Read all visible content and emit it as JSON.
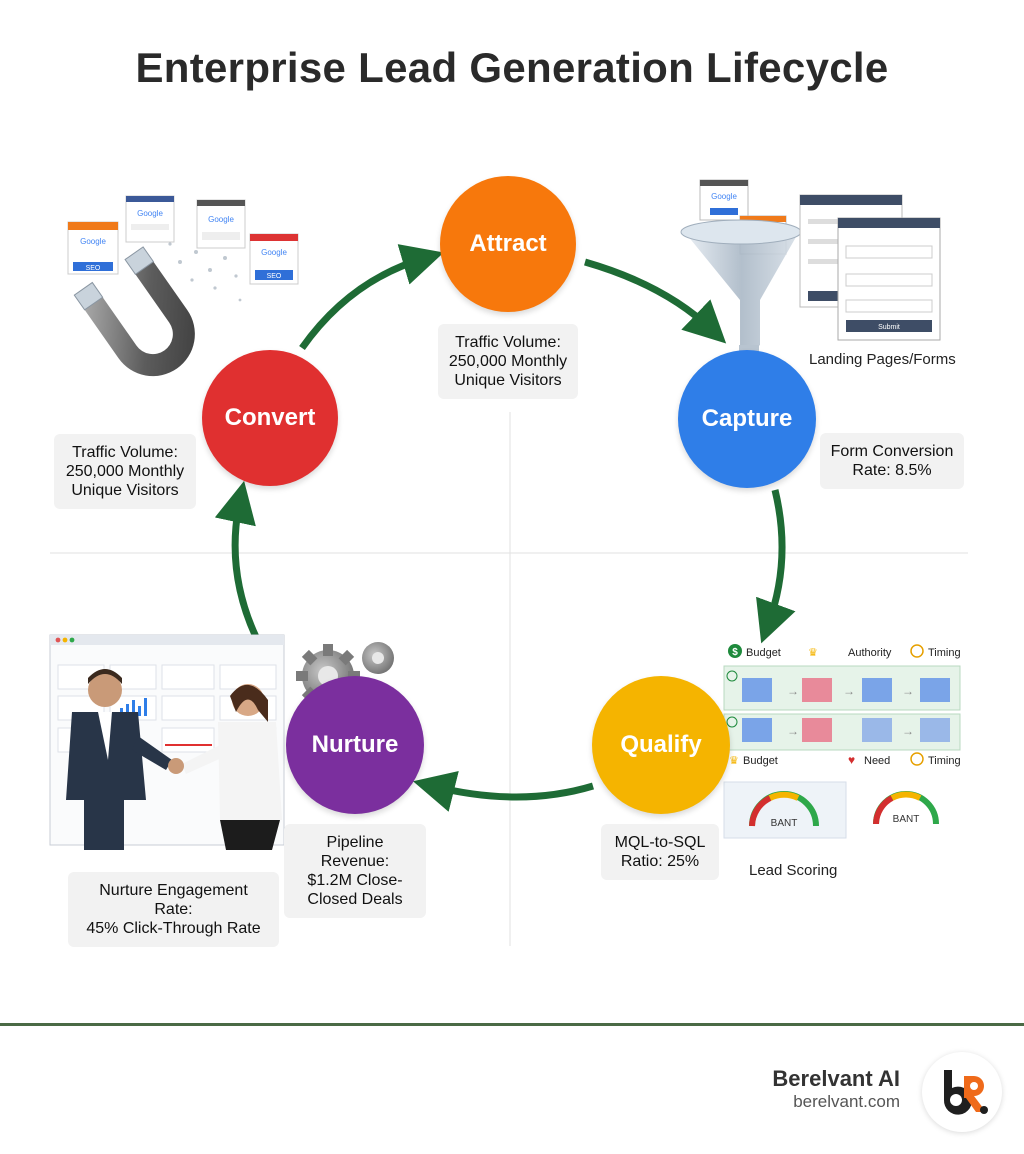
{
  "title": "Enterprise Lead Generation Lifecycle",
  "stages": [
    {
      "name": "Attract",
      "color": "#f7780c"
    },
    {
      "name": "Capture",
      "color": "#2f7ee8"
    },
    {
      "name": "Qualify",
      "color": "#f5b400"
    },
    {
      "name": "Nurture",
      "color": "#7b2f9e"
    },
    {
      "name": "Convert",
      "color": "#e03030"
    }
  ],
  "metrics": {
    "attract": {
      "label": "Traffic Volume:",
      "value": "250,000 Monthly Unique Visitors"
    },
    "capture": {
      "label": "Form Conversion",
      "value": "Rate: 8.5%"
    },
    "qualify": {
      "label": "MQL-to-SQL",
      "value": "Ratio: 25%"
    },
    "nurture_pipeline": {
      "label": "Pipeline Revenue:",
      "value": "$1.2M Close-Closed Deals"
    },
    "nurture_engagement": {
      "label": "Nurture Engagement Rate:",
      "value": "45% Click-Through Rate"
    },
    "convert": {
      "label": "Traffic Volume:",
      "value": "250,000 Monthly Unique Visitors"
    }
  },
  "captions": {
    "landing": "Landing Pages/Forms",
    "lead_scoring": "Lead Scoring"
  },
  "illustrations": {
    "search_cards": [
      "Google",
      "Google",
      "Google",
      "Google"
    ],
    "seo_label": "SEO",
    "bant_row1": [
      "Budget",
      "Authority",
      "Timing"
    ],
    "bant_row2": [
      "Budget",
      "Need",
      "Timing"
    ],
    "gauge_label": "BANT",
    "form_submit": "Submit"
  },
  "arrow_color": "#1e6b35",
  "brand": {
    "name": "Berelvant AI",
    "url": "berelvant.com"
  }
}
